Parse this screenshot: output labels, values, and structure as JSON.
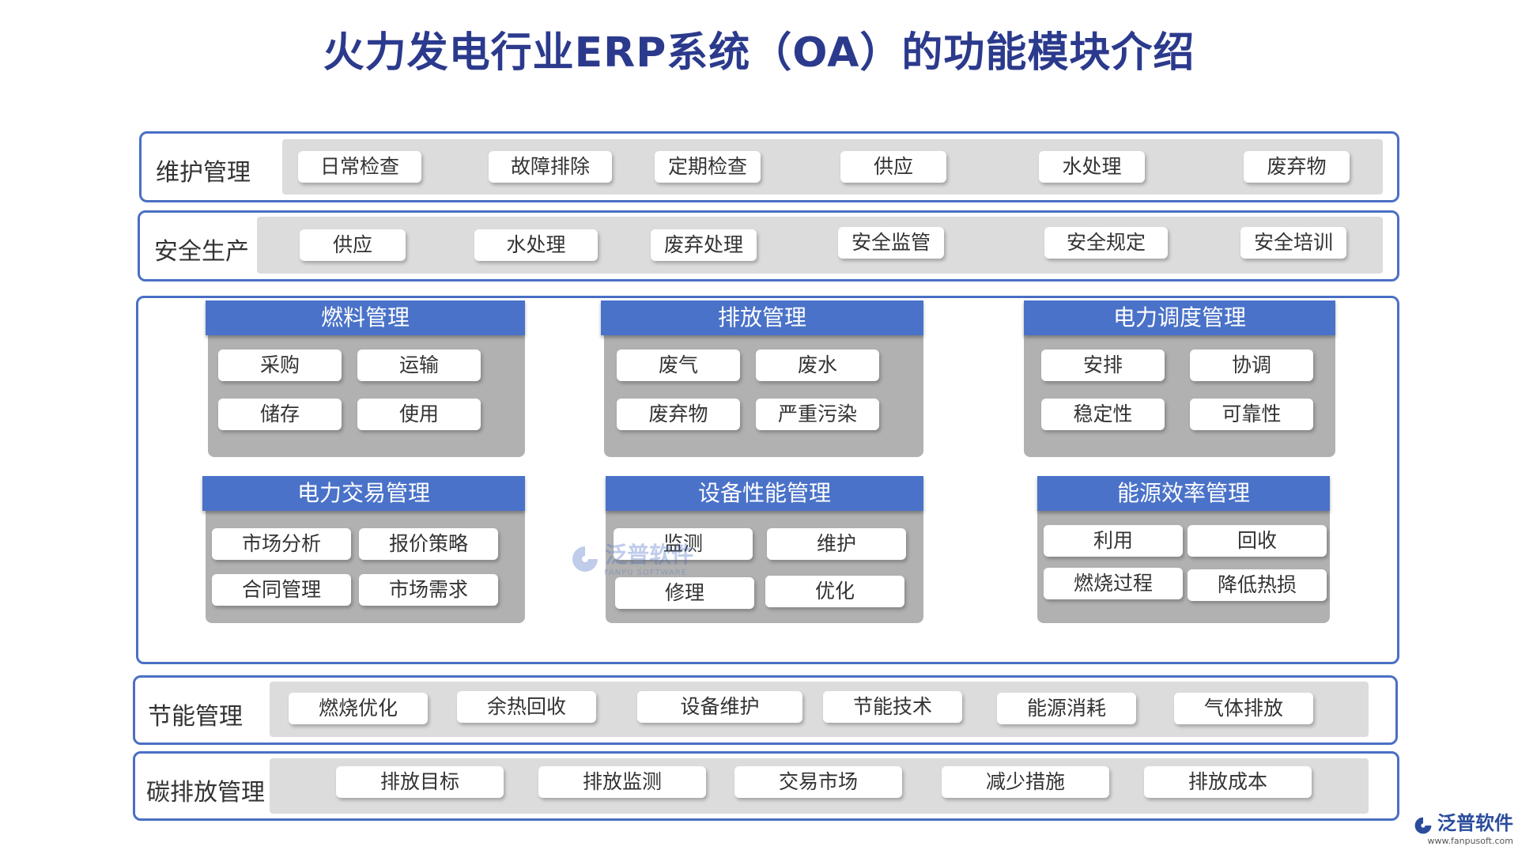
{
  "title": "火力发电行业ERP系统（OA）的功能模块介绍",
  "rows": [
    {
      "label": "维护管理",
      "items": [
        "日常检查",
        "故障排除",
        "定期检查",
        "供应",
        "水处理",
        "废弃物"
      ]
    },
    {
      "label": "安全生产",
      "items": [
        "供应",
        "水处理",
        "废弃处理",
        "安全监管",
        "安全规定",
        "安全培训"
      ]
    },
    {
      "label": "节能管理",
      "items": [
        "燃烧优化",
        "余热回收",
        "设备维护",
        "节能技术",
        "能源消耗",
        "气体排放"
      ]
    },
    {
      "label": "碳排放管理",
      "items": [
        "排放目标",
        "排放监测",
        "交易市场",
        "减少措施",
        "排放成本"
      ]
    }
  ],
  "cards": [
    {
      "title": "燃料管理",
      "items": [
        "采购",
        "运输",
        "储存",
        "使用"
      ]
    },
    {
      "title": "排放管理",
      "items": [
        "废气",
        "废水",
        "废弃物",
        "严重污染"
      ]
    },
    {
      "title": "电力调度管理",
      "items": [
        "安排",
        "协调",
        "稳定性",
        "可靠性"
      ]
    },
    {
      "title": "电力交易管理",
      "items": [
        "市场分析",
        "报价策略",
        "合同管理",
        "市场需求"
      ]
    },
    {
      "title": "设备性能管理",
      "items": [
        "监测",
        "维护",
        "修理",
        "优化"
      ]
    },
    {
      "title": "能源效率管理",
      "items": [
        "利用",
        "回收",
        "燃烧过程",
        "降低热损"
      ]
    }
  ],
  "watermark": {
    "cn": "泛普软件",
    "en": "FANPU SOFTWARE"
  },
  "logo": {
    "cn": "泛普软件",
    "url": "www.fanpusoft.com"
  }
}
